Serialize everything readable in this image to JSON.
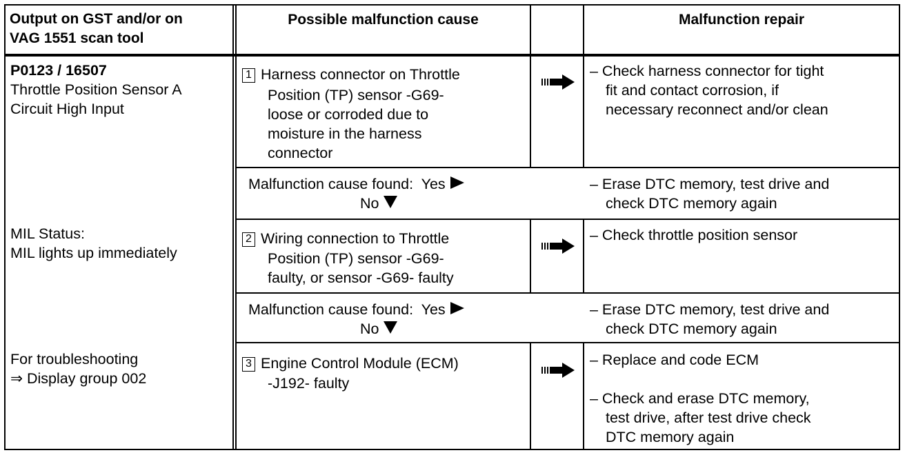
{
  "headers": {
    "col1": [
      "Output on GST and/or on",
      "VAG 1551 scan tool"
    ],
    "col2": "Possible malfunction cause",
    "col3": "Malfunction repair"
  },
  "left": {
    "code": "P0123 / 16507",
    "desc": [
      "Throttle Position Sensor A",
      "Circuit High Input"
    ],
    "mil": [
      "MIL Status:",
      "MIL lights up immediately"
    ],
    "trouble": [
      "For troubleshooting",
      "⇒ Display group 002"
    ]
  },
  "steps": [
    {
      "num": "1",
      "cause": [
        "Harness connector on Throttle",
        "Position (TP) sensor -G69-",
        "loose or corroded due to",
        "moisture in the harness",
        "connector"
      ],
      "repair": [
        [
          "– Check harness connector for tight",
          "fit and contact corrosion, if",
          "necessary reconnect and/or clean"
        ]
      ]
    },
    {
      "num": "2",
      "cause": [
        "Wiring connection to Throttle",
        "Position (TP) sensor -G69-",
        "faulty, or sensor -G69- faulty"
      ],
      "repair": [
        [
          "– Check throttle position sensor"
        ]
      ]
    },
    {
      "num": "3",
      "cause": [
        "Engine Control Module (ECM)",
        "-J192- faulty"
      ],
      "repair": [
        [
          "– Replace and code ECM"
        ],
        [
          "– Check and erase DTC memory,",
          "test drive, after test drive check",
          "DTC memory again"
        ]
      ]
    }
  ],
  "found": {
    "label": "Malfunction cause found:",
    "yes": "Yes",
    "no": "No",
    "repair": [
      "– Erase DTC memory, test drive and",
      "check DTC memory again"
    ]
  }
}
